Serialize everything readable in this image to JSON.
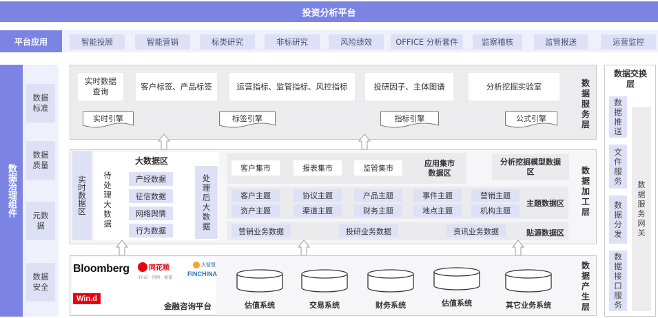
{
  "header": {
    "title": "投资分析平台"
  },
  "platform_apps": {
    "label": "平台应用",
    "items": [
      "智能投顾",
      "智能营销",
      "标类研究",
      "非标研究",
      "风险绩效",
      "OFFICE 分析套件",
      "监察稽核",
      "监管报送",
      "运营监控"
    ]
  },
  "governance": {
    "title": "数据治理组件",
    "items": [
      "数据标准",
      "数据质量",
      "元数据",
      "数据安全"
    ]
  },
  "service_layer": {
    "label": "数据服务层",
    "boxes": [
      "实时数据查询",
      "客户标签、产品标签",
      "运营指标、监管指标、风控指标",
      "投研因子、主体图谱",
      "分析挖掘实验室"
    ],
    "engines": [
      "实时引擎",
      "标签引擎",
      "指标引擎",
      "公式引擎"
    ]
  },
  "processing_layer": {
    "label": "数据加工层",
    "realtime_zone": "实时数据区",
    "bigdata_zone": {
      "title": "大数据区",
      "pending": "待处理大数据",
      "items": [
        "产经数据",
        "征信数据",
        "网络舆情",
        "行为数据"
      ],
      "processed": "处理后大数据"
    },
    "app_mart": {
      "items": [
        "客户集市",
        "报表集市",
        "监管集市"
      ],
      "label": "应用集市数据区"
    },
    "mining_model": "分析挖掘模型数据区",
    "subject_zone": {
      "row1": [
        "客户主题",
        "协议主题",
        "产品主题",
        "事件主题",
        "营销主题"
      ],
      "row2": [
        "资产主题",
        "渠道主题",
        "财务主题",
        "地点主题",
        "机构主题"
      ],
      "label": "主题数据区"
    },
    "source_zone": {
      "items": [
        "营销业务数据",
        "投研业务数据",
        "资讯业务数据"
      ],
      "label": "贴源数据区"
    }
  },
  "production_layer": {
    "label": "数据产生层",
    "logos": [
      "Bloomberg",
      "Win.d",
      "同花顺",
      "FINCHINA"
    ],
    "logo_small": {
      "ths_sub": "iFinD · 问财 · 爱基",
      "fin_top": "大智慧"
    },
    "platform": "金融咨询平台",
    "systems": [
      "估值系统",
      "交易系统",
      "财务系统",
      "估值系统",
      "其它业务系统"
    ]
  },
  "exchange_layer": {
    "label": "数据交换层",
    "items": [
      "数据推送",
      "文件服务",
      "数据分发",
      "数据接口服务"
    ],
    "gateway": "数据服务网关"
  },
  "colors": {
    "accent": "#7b84e3",
    "light": "#dee1f6",
    "panel": "#eef0fb",
    "brand_red": "#e60012"
  }
}
